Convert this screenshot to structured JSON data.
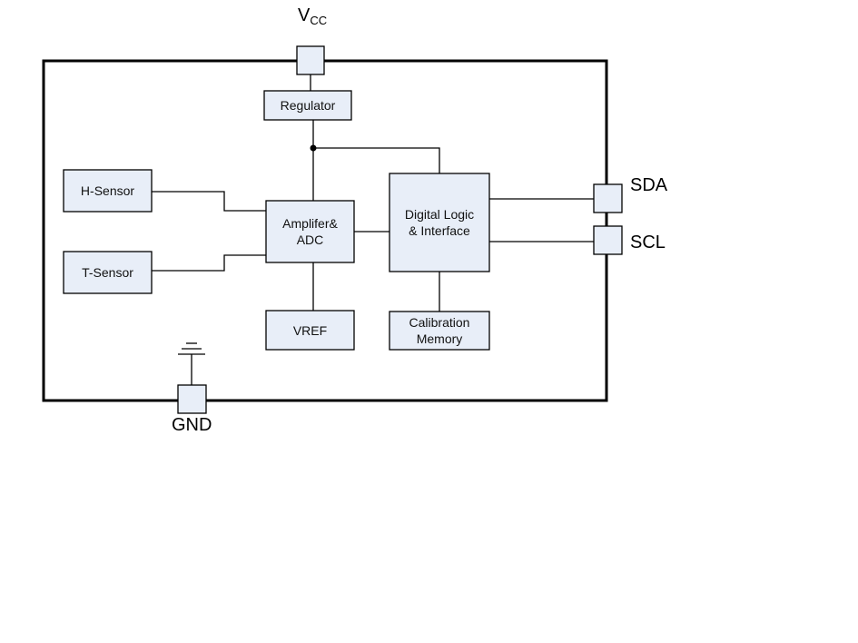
{
  "pins": {
    "vcc": {
      "main": "V",
      "sub": "CC"
    },
    "gnd": "GND",
    "sda": "SDA",
    "scl": "SCL"
  },
  "blocks": {
    "regulator": [
      "Regulator"
    ],
    "h_sensor": [
      "H-Sensor"
    ],
    "t_sensor": [
      "T-Sensor"
    ],
    "amplifier_adc": [
      "Amplifer&",
      "ADC"
    ],
    "digital_logic": [
      "Digital Logic",
      "& Interface"
    ],
    "vref": [
      "VREF"
    ],
    "calibration_memory": [
      "Calibration",
      "Memory"
    ]
  },
  "colors": {
    "block_fill": "#e8eef8",
    "line": "#000000"
  }
}
